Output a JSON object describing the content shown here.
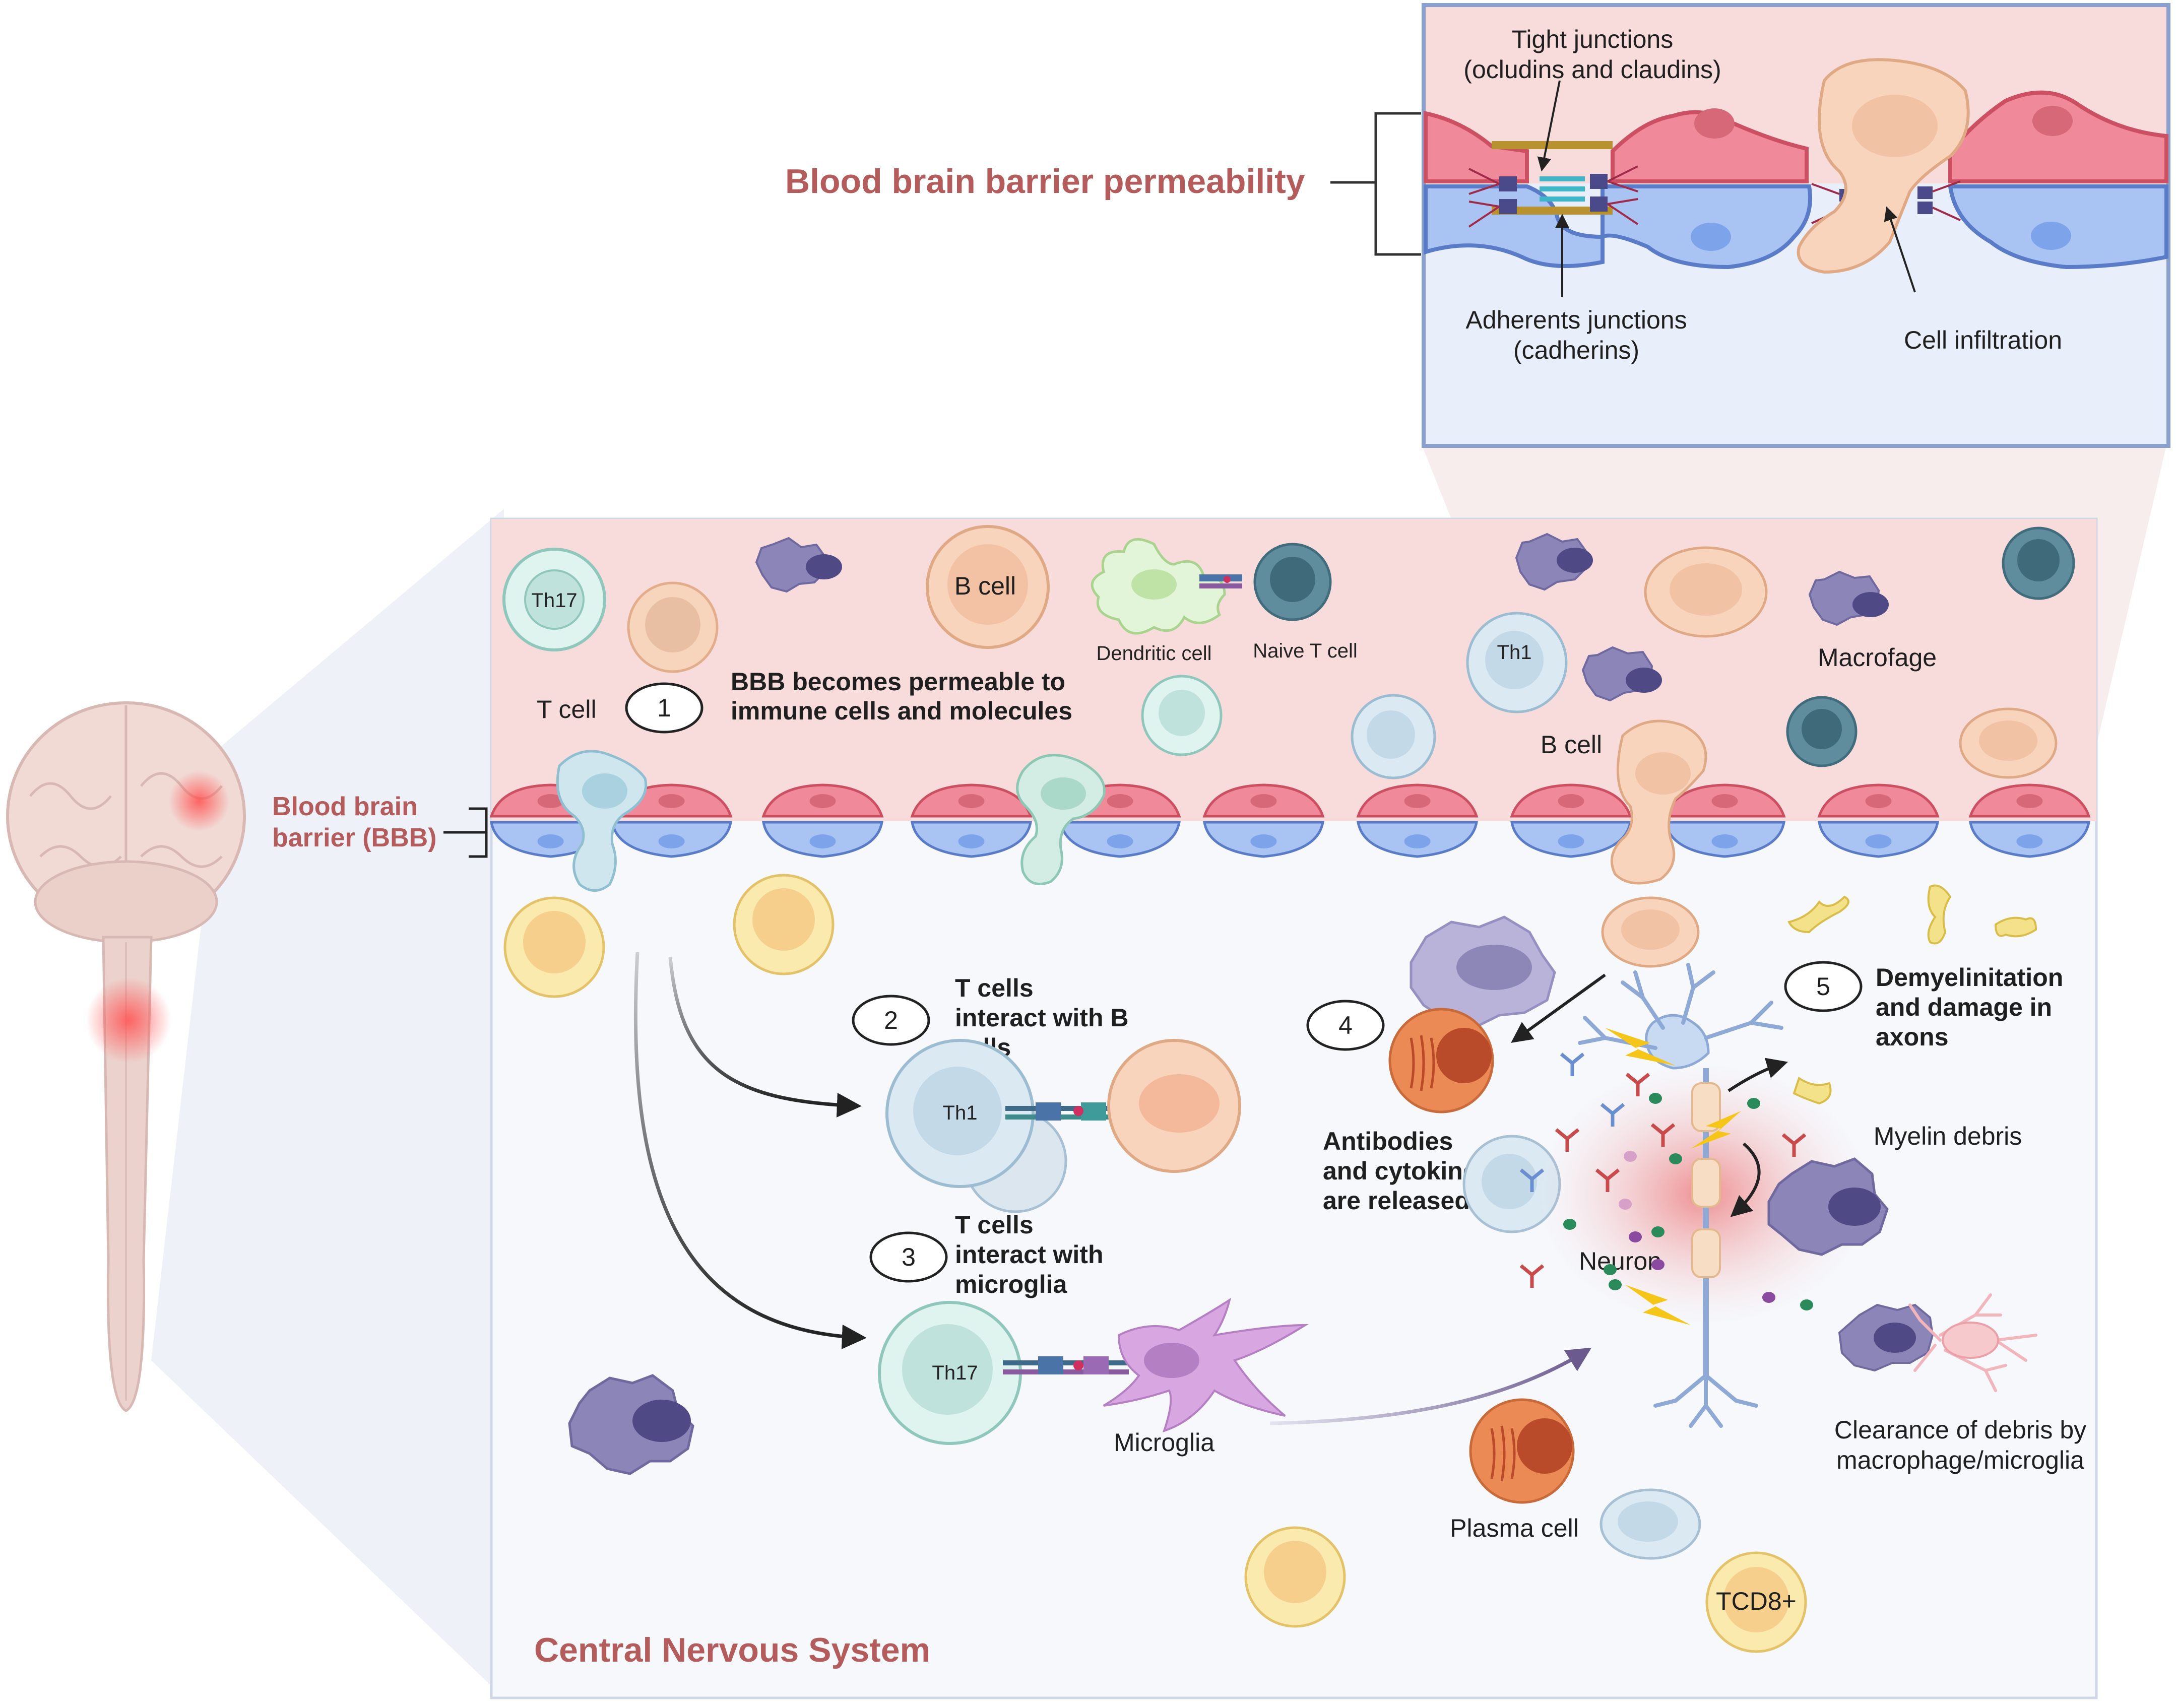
{
  "colors": {
    "blood": "#f8dcdc",
    "cns": "#f6f8fc",
    "inset_cns": "#e8eefa",
    "title_red": "#b45b5b",
    "endo_red": "#f08a9a",
    "endo_blue": "#a9c4f2",
    "frame_blue": "#8aa0cf"
  },
  "inset": {
    "title": "Blood brain barrier permeability",
    "tight_junctions": [
      "Tight junctions",
      "(ocludins and claudins)"
    ],
    "adherents_junctions": [
      "Adherents junctions",
      "(cadherins)"
    ],
    "cell_infiltration": "Cell infiltration"
  },
  "main": {
    "bbb_label": [
      "Blood brain",
      "barrier (BBB)"
    ],
    "cns_label": "Central Nervous System",
    "blood_cells": {
      "th17": "Th17",
      "b_cell_top": "B cell",
      "dendritic": "Dendritic cell",
      "naive_t": "Naive T cell",
      "th1": "Th1",
      "macrofage": "Macrofage",
      "t_cell": "T cell",
      "b_cell_mid": "B cell"
    },
    "steps": [
      {
        "num": "1",
        "text": [
          "BBB becomes permeable to",
          "immune cells and molecules"
        ]
      },
      {
        "num": "2",
        "text": [
          "T cells",
          "interact with B",
          "cells"
        ]
      },
      {
        "num": "3",
        "text": [
          "T cells",
          "interact with",
          "microglia"
        ]
      },
      {
        "num": "4",
        "text": [
          "Antibodies",
          "and cytokines",
          "are released"
        ]
      },
      {
        "num": "5",
        "text": [
          "Demyelinitation",
          "and damage in",
          "axons"
        ]
      }
    ],
    "cns_cells": {
      "th1": "Th1",
      "th17": "Th17",
      "microglia": "Microglia",
      "neuron": "Neuron",
      "myelin_debris": "Myelin debris",
      "plasma_cell": "Plasma cell",
      "tcd8": "TCD8+",
      "clearance": [
        "Clearance of debris by",
        "macrophage/microglia"
      ]
    }
  }
}
